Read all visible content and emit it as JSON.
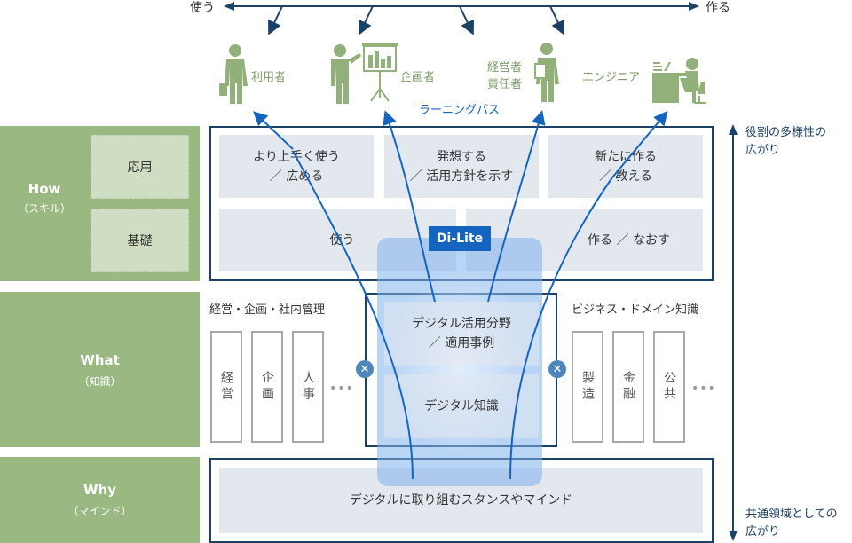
{
  "top_axis": {
    "left_label": "使う",
    "right_label": "作る"
  },
  "personas": [
    {
      "id": "user",
      "label": "利用者",
      "icon": "businessman-briefcase-icon"
    },
    {
      "id": "planner",
      "label": "企画者",
      "icon": "presenter-chart-icon"
    },
    {
      "id": "manager",
      "label_line1": "経営者",
      "label_line2": "責任者",
      "icon": "manager-document-icon"
    },
    {
      "id": "engineer",
      "label": "エンジニア",
      "icon": "engineer-desk-icon"
    }
  ],
  "learning_path_label": "ラーニングパス",
  "categories": {
    "how": {
      "title": "How",
      "subtitle": "（スキル）",
      "levels": [
        "応用",
        "基礎"
      ]
    },
    "what": {
      "title": "What",
      "subtitle": "（知識）"
    },
    "why": {
      "title": "Why",
      "subtitle": "（マインド）"
    }
  },
  "how_section": {
    "advanced": [
      {
        "line1": "より上手く使う",
        "line2": "／ 広める"
      },
      {
        "line1": "発想する",
        "line2": "／ 活用方針を示す"
      },
      {
        "line1": "新たに作る",
        "line2": "／ 教える"
      }
    ],
    "basic": [
      "使う",
      "作る ／ なおす"
    ]
  },
  "badge": "Di-Lite",
  "what_section": {
    "left_group": {
      "title": "経営・企画・社内管理",
      "items": [
        "経営",
        "企画",
        "人事"
      ],
      "more": "•••"
    },
    "center": [
      {
        "line1": "デジタル活用分野",
        "line2": "／ 適用事例"
      },
      {
        "line1": "デジタル知識"
      }
    ],
    "right_group": {
      "title": "ビジネス・ドメイン知識",
      "items": [
        "製造",
        "金融",
        "公共"
      ],
      "more": "•••"
    },
    "cross_symbol": "✕"
  },
  "why_section": {
    "text": "デジタルに取り組むスタンスやマインド"
  },
  "side_axis": {
    "top_line1": "役割の多様性の",
    "top_line2": "広がり",
    "bottom_line1": "共通領域としての",
    "bottom_line2": "広がり"
  },
  "colors": {
    "green": "#9ab982",
    "light_green": "#cfdec3",
    "navy": "#1c4166",
    "blue": "#1565c0",
    "cell_gray": "#e3e8ef",
    "icon_green": "#92b07a"
  }
}
